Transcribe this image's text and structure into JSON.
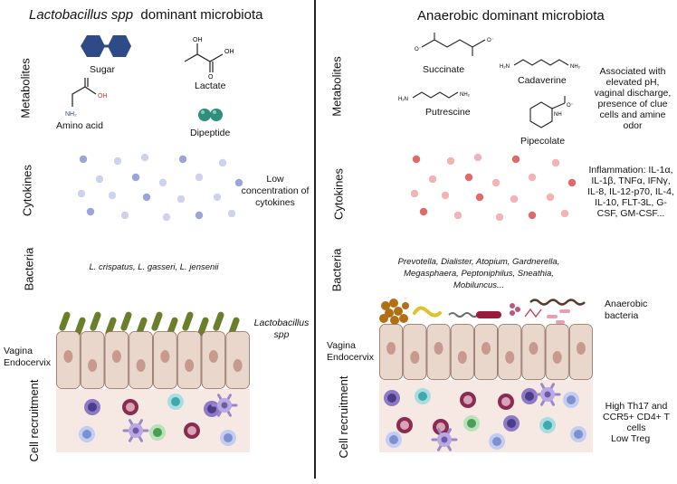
{
  "left": {
    "title_italic": "Lactobacillus spp",
    "title_rest": "dominant microbiota",
    "rows": {
      "metabolites": "Metabolites",
      "cytokines": "Cytokines",
      "bacteria": "Bacteria",
      "cell_recruitment": "Cell recruitment"
    },
    "metabolites": {
      "sugar": "Sugar",
      "lactate": "Lactate",
      "amino_acid": "Amino acid",
      "dipeptide": "Dipeptide"
    },
    "cytokine_note": "Low concentration of cytokines",
    "bacteria_list": "L. crispatus, L. gasseri, L. jensenii",
    "tissue_label": "Vagina Endocervix",
    "bacteria_tag": "Lactobacillus spp"
  },
  "right": {
    "title": "Anaerobic dominant microbiota",
    "rows": {
      "metabolites": "Metabolites",
      "cytokines": "Cytokines",
      "bacteria": "Bacteria",
      "cell_recruitment": "Cell recruitment"
    },
    "metabolites": {
      "succinate": "Succinate",
      "cadaverine": "Cadaverine",
      "putrescine": "Putrescine",
      "pipecolate": "Pipecolate"
    },
    "metabolite_note": "Associated with elevated pH, vaginal discharge, presence of clue cells and amine odor",
    "cytokine_note": "Inflammation: IL-1α, IL-1β, TNFα, IFNγ, IL-8, IL-12-p70, IL-4, IL-10, FLT-3L, G-CSF, GM-CSF...",
    "bacteria_list": "Prevotella, Dialister, Atopium, Gardnerella, Megasphaera, Peptoniphilus, Sneathia, Mobiluncus...",
    "bacteria_tag": "Anaerobic bacteria",
    "tissue_label": "Vagina Endocervix",
    "cell_note_1": "High Th17 and CCR5+ CD4+ T cells",
    "cell_note_2": "Low Treg"
  },
  "colors": {
    "lacto_rod": "#6b7f2a",
    "sugar": "#2e4a87",
    "dipeptide": "#2f8f7a",
    "cytokine_low": "#9aa6d8",
    "cytokine_high": "#e06a6a",
    "epithelium": "#ead7cc",
    "nucleus": "#c79a8d",
    "recruitment_bg": "#f6e9e4"
  },
  "chem_labels": {
    "oh": "OH",
    "o": "O",
    "nh2": "NH₂",
    "o_minus": "O⁻",
    "h2n": "H₂N",
    "nh": "NH"
  }
}
